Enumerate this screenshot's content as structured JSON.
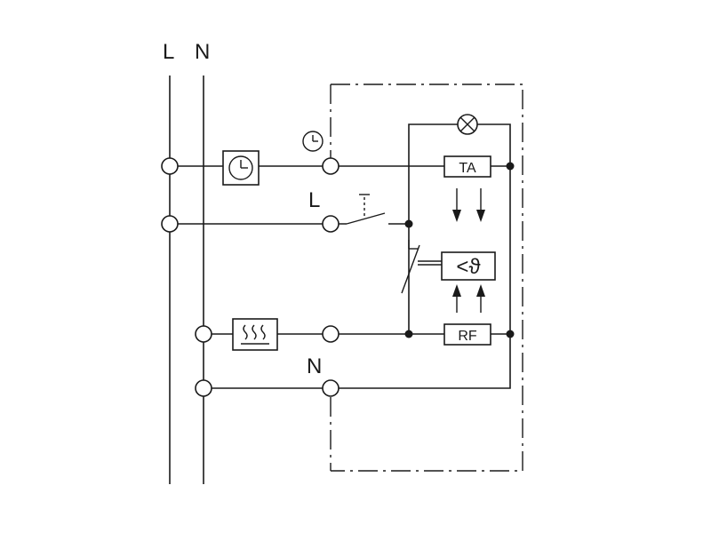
{
  "supply": {
    "line_label": "L",
    "neutral_label": "N"
  },
  "device": {
    "line_terminal_label": "L",
    "neutral_terminal_label": "N"
  },
  "blocks": {
    "ta_label": "TA",
    "rf_label": "RF",
    "temp_sensor_label": "<ϑ"
  },
  "icons": {
    "timer": "clock-icon",
    "clock_terminal": "clock-symbol-icon",
    "heater": "heating-element-icon",
    "lamp": "indicator-lamp-icon",
    "pushbutton": "pushbutton-switch-icon",
    "thermal_switch": "thermal-switch-icon"
  }
}
